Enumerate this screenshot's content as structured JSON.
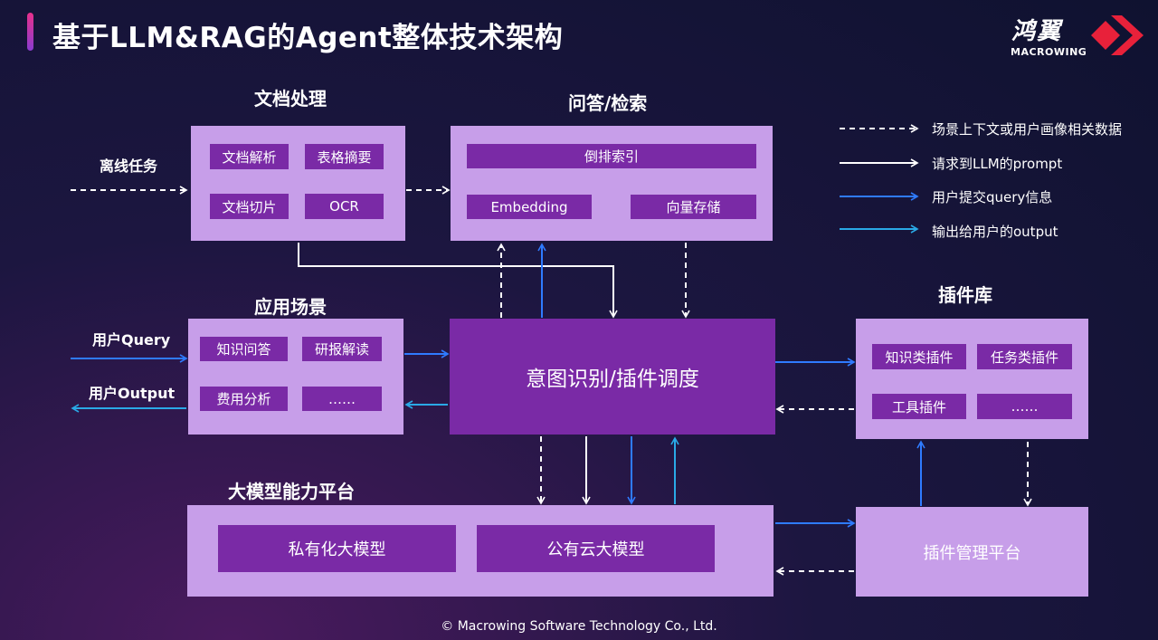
{
  "header": {
    "title": "基于LLM&RAG的Agent整体技术架构",
    "logo_cn": "鸿翼",
    "logo_en": "MACROWING"
  },
  "sections": {
    "doc_processing": {
      "title": "文档处理",
      "items": [
        "文档解析",
        "表格摘要",
        "文档切片",
        "OCR"
      ]
    },
    "qa_retrieval": {
      "title": "问答/检索",
      "items": [
        "倒排索引",
        "Embedding",
        "向量存储"
      ]
    },
    "app_scenarios": {
      "title": "应用场景",
      "items": [
        "知识问答",
        "研报解读",
        "费用分析",
        "……"
      ]
    },
    "plugin_library": {
      "title": "插件库",
      "items": [
        "知识类插件",
        "任务类插件",
        "工具插件",
        "……"
      ]
    },
    "llm_platform": {
      "title": "大模型能力平台",
      "items": [
        "私有化大模型",
        "公有云大模型"
      ]
    },
    "intent": "意图识别/插件调度",
    "plugin_mgmt": "插件管理平台"
  },
  "inputs": {
    "offline": "离线任务",
    "user_query": "用户Query",
    "user_output": "用户Output"
  },
  "legend": [
    {
      "text": "场景上下文或用户画像相关数据",
      "style": "dashed",
      "color": "#ffffff"
    },
    {
      "text": "请求到LLM的prompt",
      "style": "solid",
      "color": "#ffffff"
    },
    {
      "text": "用户提交query信息",
      "style": "solid",
      "color": "#2f7bff"
    },
    {
      "text": "输出给用户的output",
      "style": "solid",
      "color": "#2aa9e6"
    }
  ],
  "colors": {
    "panel": "#c79ee9",
    "chip": "#7a2aa6",
    "query_arrow": "#2f7bff",
    "output_arrow": "#2aa9e6"
  },
  "footer": "© Macrowing Software Technology Co., Ltd."
}
